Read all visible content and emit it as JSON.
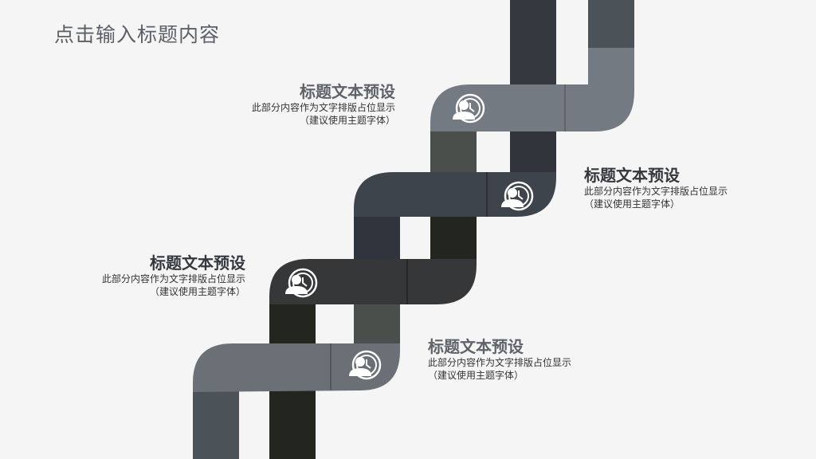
{
  "page_title": "点击输入标题内容",
  "blocks": [
    {
      "title": "标题文本预设",
      "desc": "此部分内容作为文字排版占位显示",
      "sub": "（建议使用主题字体）"
    },
    {
      "title": "标题文本预设",
      "desc": "此部分内容作为文字排版占位显示",
      "sub": "（建议使用主题字体）"
    },
    {
      "title": "标题文本预设",
      "desc": "此部分内容作为文字排版占位显示",
      "sub": "（建议使用主题字体）"
    },
    {
      "title": "标题文本预设",
      "desc": "此部分内容作为文字排版占位显示",
      "sub": "（建议使用主题字体）"
    }
  ],
  "colors": {
    "dark_ribbon": "#34383f",
    "slate_ribbon": "#4b5258",
    "gray_ribbon": "#737a81",
    "charcoal_ribbon": "#363738",
    "black_ribbon": "#26291f",
    "icon": "#ffffff"
  },
  "icons": [
    "user-clock-icon",
    "user-clock-icon",
    "user-clock-icon",
    "user-clock-icon"
  ]
}
